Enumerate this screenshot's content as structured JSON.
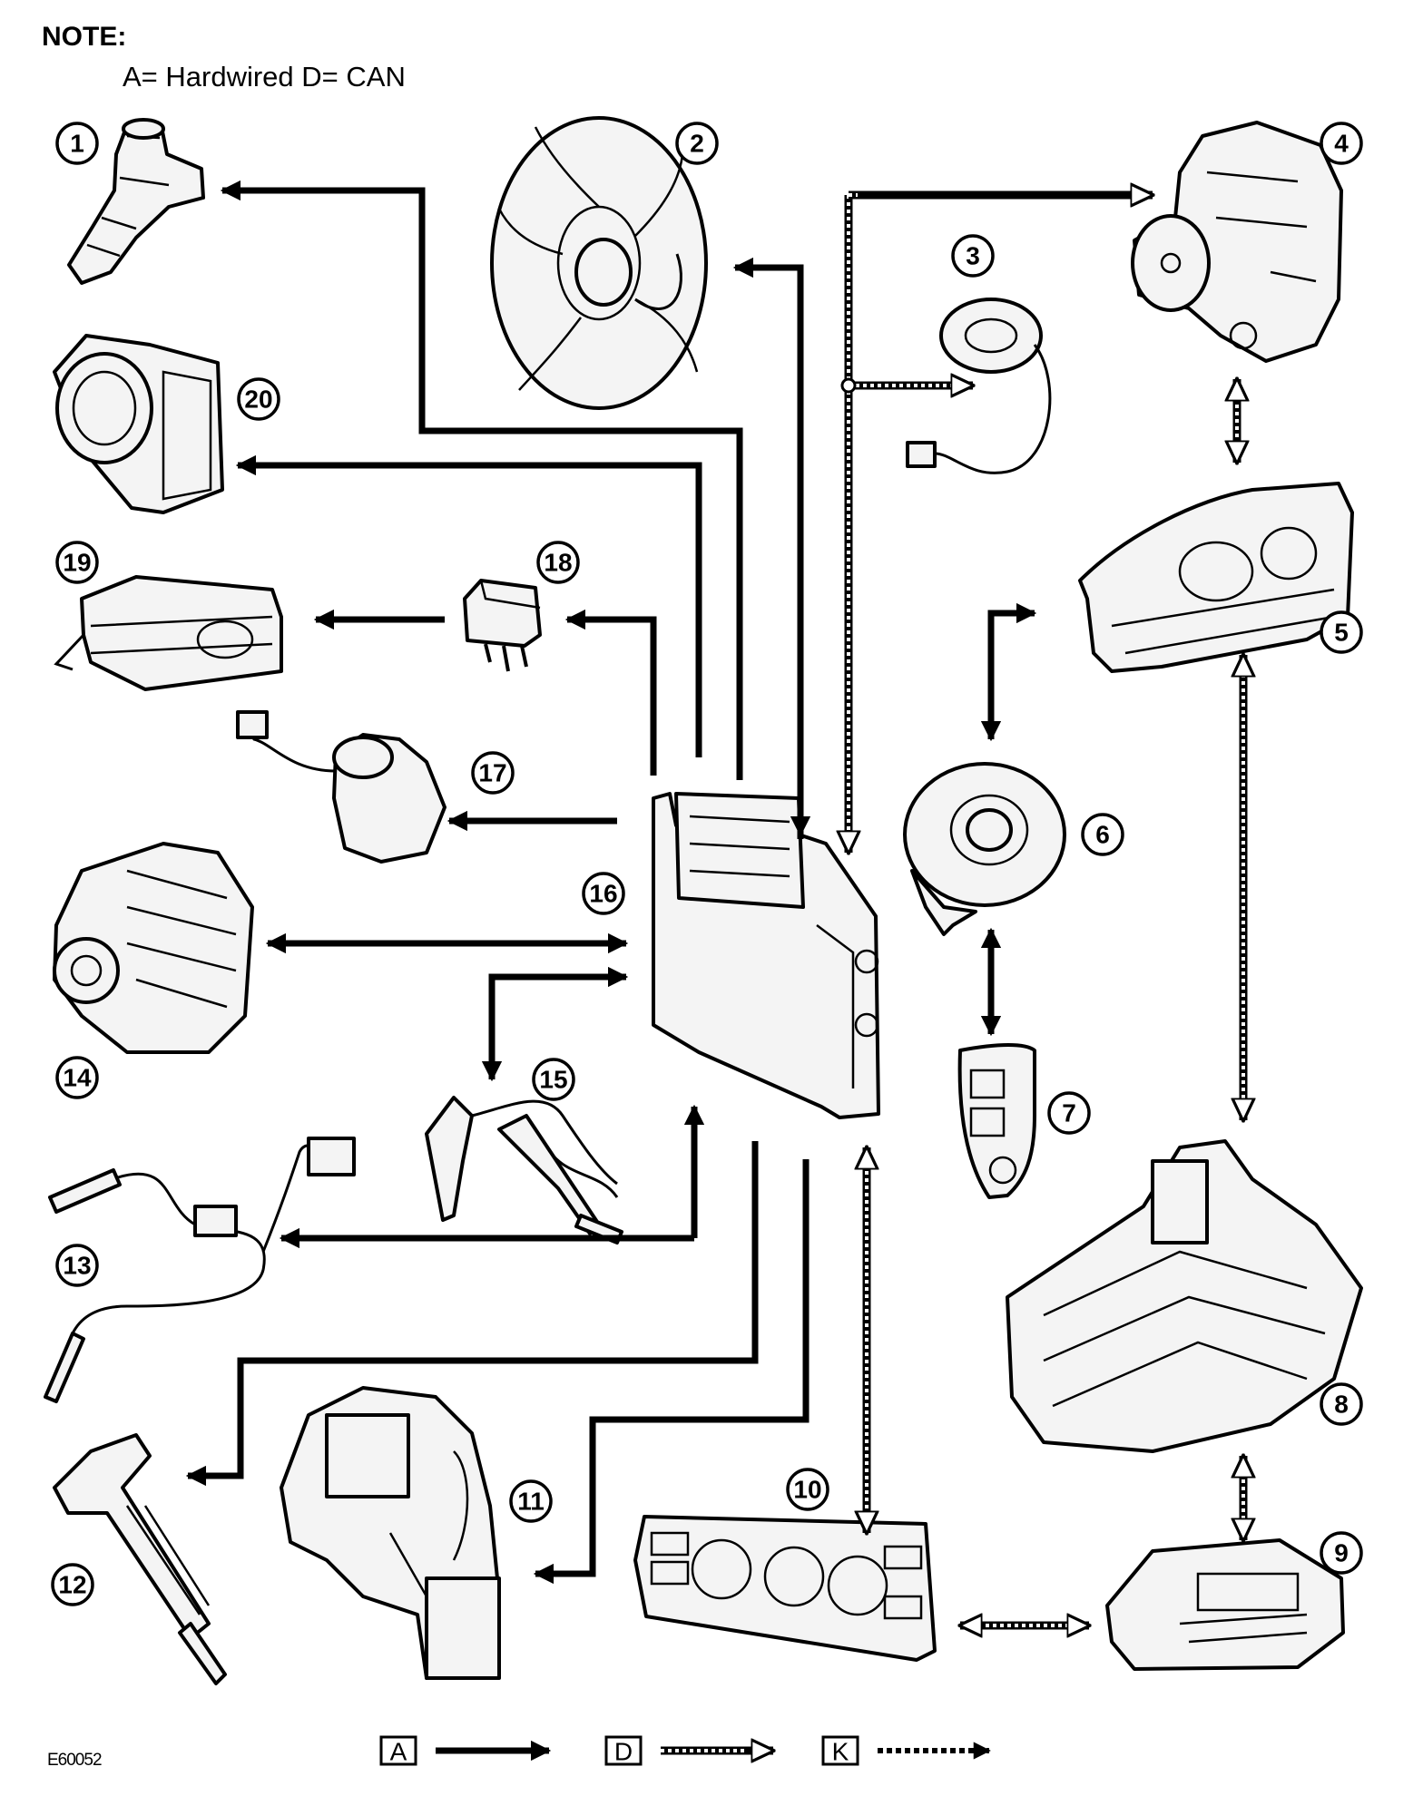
{
  "note": {
    "title": "NOTE:",
    "text": "A= Hardwired D= CAN"
  },
  "figure_id": "E60052",
  "components": [
    {
      "number": "1",
      "icon": "fuel-injector-icon"
    },
    {
      "number": "2",
      "icon": "cooling-fan-icon"
    },
    {
      "number": "3",
      "icon": "steering-angle-sensor-icon"
    },
    {
      "number": "4",
      "icon": "abs-modulator-icon"
    },
    {
      "number": "5",
      "icon": "instrument-cluster-icon"
    },
    {
      "number": "6",
      "icon": "clockspring-icon"
    },
    {
      "number": "7",
      "icon": "steering-wheel-switch-icon"
    },
    {
      "number": "8",
      "icon": "transmission-control-module-icon"
    },
    {
      "number": "9",
      "icon": "control-module-icon"
    },
    {
      "number": "10",
      "icon": "climate-control-panel-icon"
    },
    {
      "number": "11",
      "icon": "fuel-pump-icon"
    },
    {
      "number": "12",
      "icon": "ignition-coil-icon"
    },
    {
      "number": "13",
      "icon": "oxygen-sensor-icon"
    },
    {
      "number": "14",
      "icon": "generator-icon"
    },
    {
      "number": "15",
      "icon": "oxygen-sensor-pair-icon"
    },
    {
      "number": "16",
      "icon": "engine-control-module-icon"
    },
    {
      "number": "17",
      "icon": "sensor-icon"
    },
    {
      "number": "18",
      "icon": "relay-icon"
    },
    {
      "number": "19",
      "icon": "module-icon"
    },
    {
      "number": "20",
      "icon": "throttle-body-icon"
    }
  ],
  "legend": [
    {
      "letter": "A",
      "style": "solid-arrow"
    },
    {
      "letter": "D",
      "style": "hollow-arrow"
    },
    {
      "letter": "K",
      "style": "dashed-arrow"
    }
  ]
}
